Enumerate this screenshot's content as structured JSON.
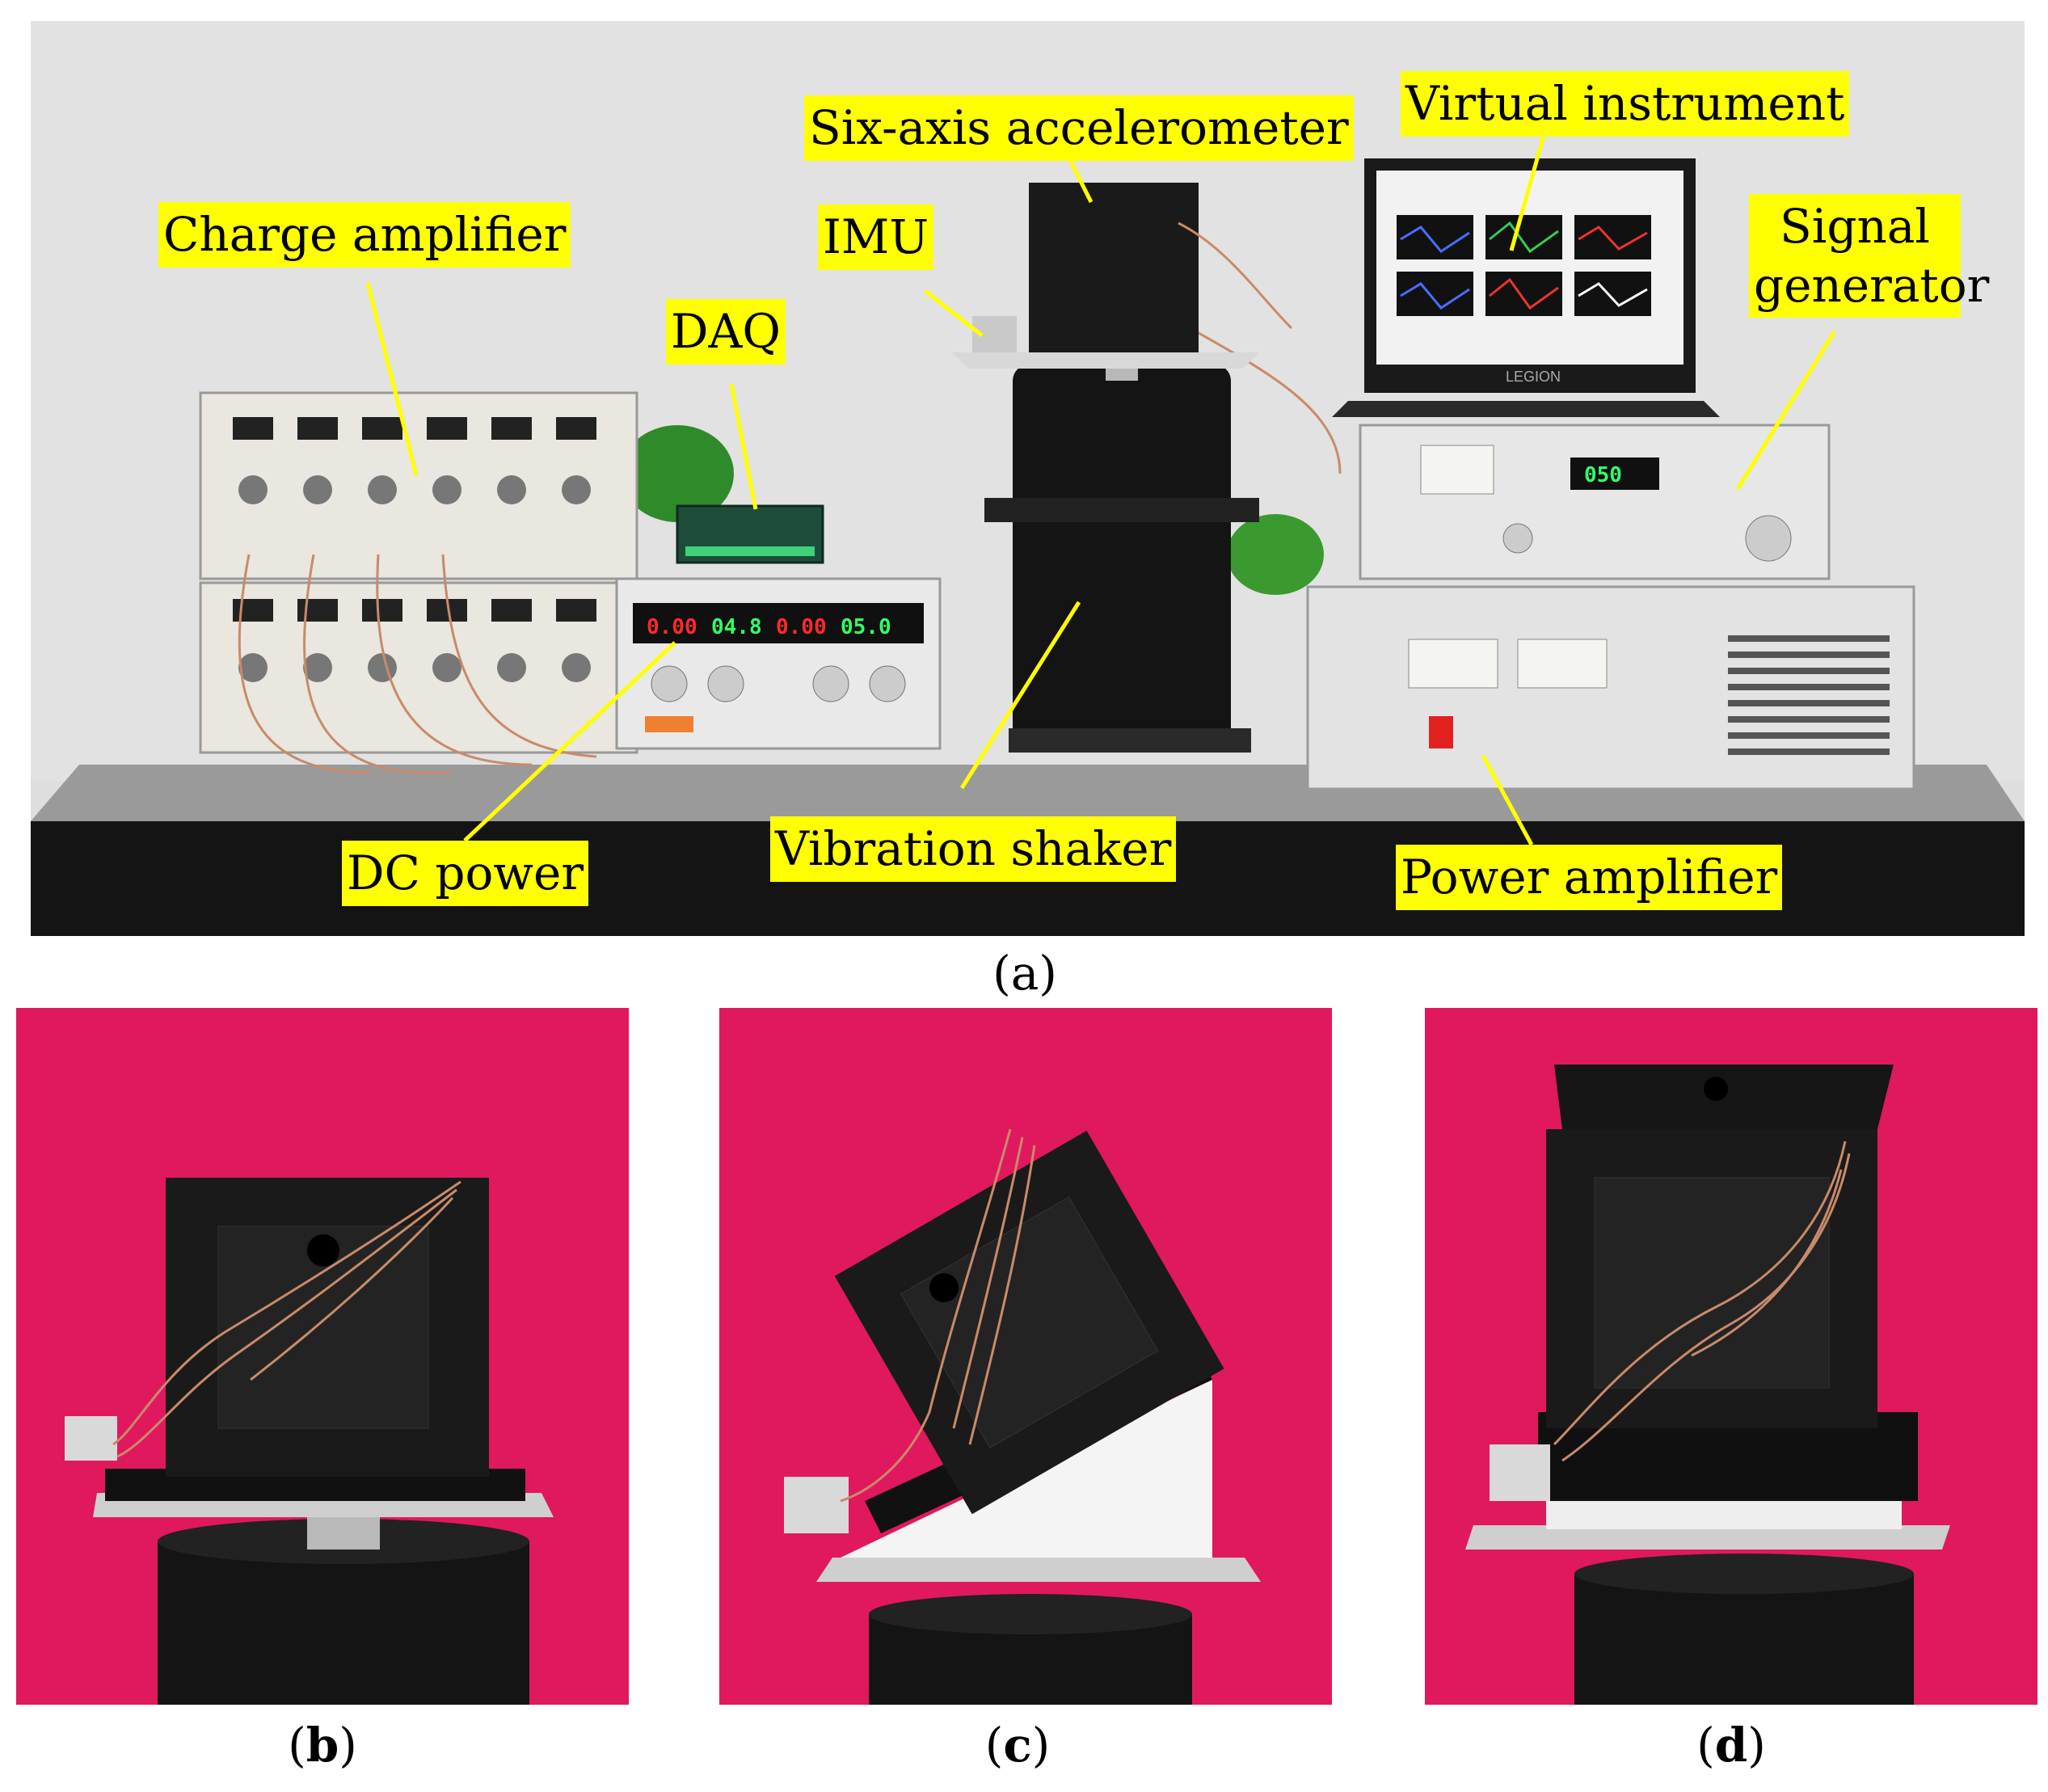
{
  "labels": {
    "charge_amplifier": "Charge amplifier",
    "daq": "DAQ",
    "imu": "IMU",
    "six_axis_accelerometer": "Six-axis accelerometer",
    "virtual_instrument": "Virtual instrument",
    "signal_generator_line1": "Signal",
    "signal_generator_line2": "generator",
    "dc_power": "DC power",
    "vibration_shaker": "Vibration shaker",
    "power_amplifier": "Power amplifier"
  },
  "readouts": {
    "dc_power": [
      "0.00",
      "04.8",
      "0.00",
      "05.0"
    ],
    "signal_generator": "050"
  },
  "laptop_brand": "LEGION",
  "captions": {
    "a": "(a)",
    "b_open": "(",
    "b_letter": "b",
    "b_close": ")",
    "c_open": "(",
    "c_letter": "c",
    "c_close": ")",
    "d_open": "(",
    "d_letter": "d",
    "d_close": ")"
  },
  "colors": {
    "label_highlight": "#ffff00",
    "backdrop_magenta": "#e0185e",
    "led_red": "#ff2a2a",
    "led_green": "#33ff66"
  }
}
